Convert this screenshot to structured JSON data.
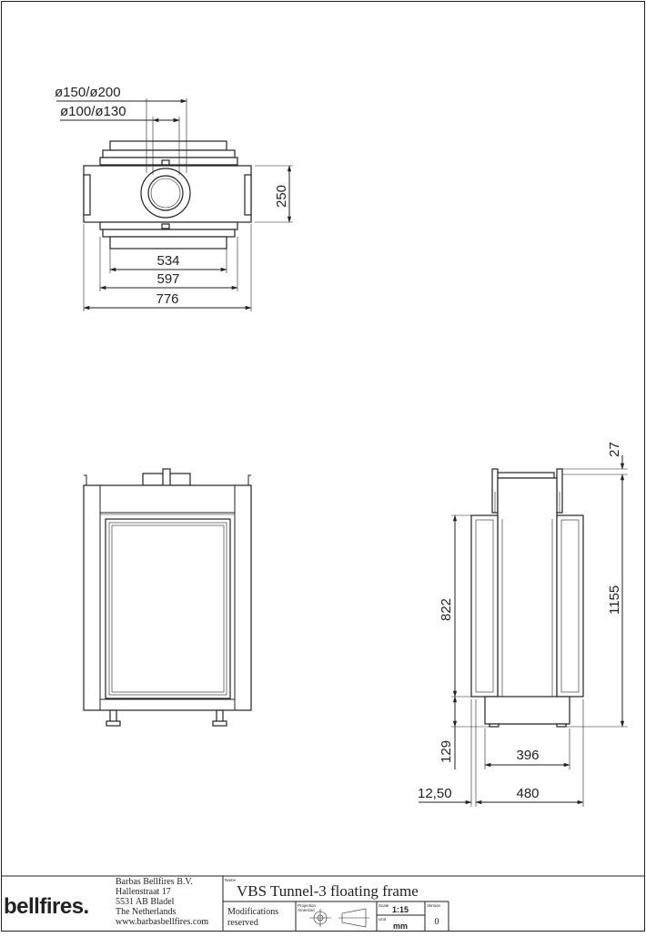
{
  "top_view": {
    "dia_outer": "ø150/ø200",
    "dia_inner": "ø100/ø130",
    "depth": "250",
    "width_inner": "534",
    "width_mid": "597",
    "width_outer": "776"
  },
  "side_view": {
    "top_offset": "27",
    "glass_height": "822",
    "total_height": "1155",
    "base_height": "129",
    "inner_depth": "396",
    "frame_offset": "12,50",
    "outer_depth": "480"
  },
  "title_block": {
    "company": "Barbas Bellfires B.V.",
    "street": "Hallenstraat 17",
    "postal": "5531 AB Bladel",
    "country": "The Netherlands",
    "website": "www.barbasbellfires.com",
    "logo_text": "bellfires.",
    "name_label": "Name",
    "product_name": "VBS Tunnel-3 floating frame",
    "modifications_line1": "Modifications",
    "modifications_line2": "reserved",
    "projection_label": "Projection",
    "projection_sub": "American",
    "scale_label": "Scale",
    "scale_value": "1:15",
    "unit_label": "Unit",
    "unit_value": "mm",
    "version_label": "Version",
    "version_value": "0"
  }
}
